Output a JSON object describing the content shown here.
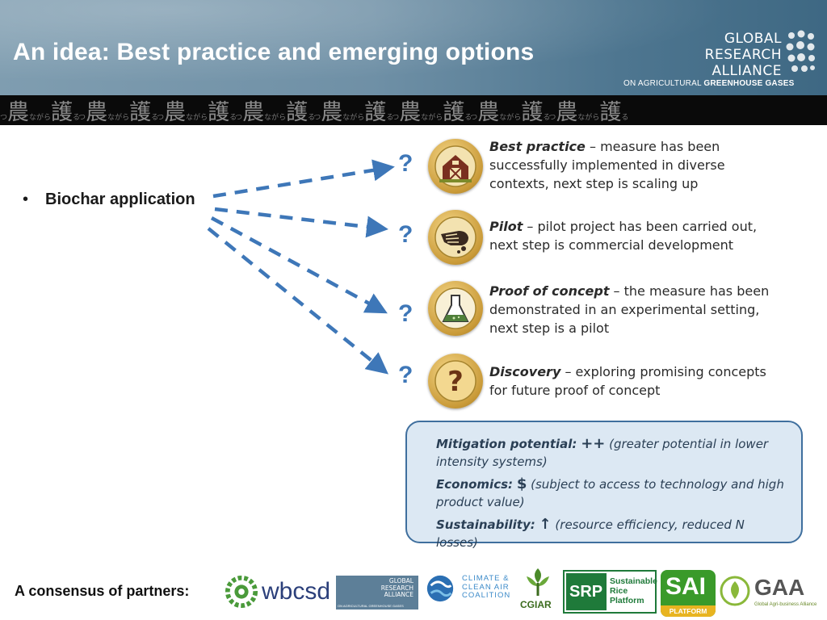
{
  "slide": {
    "title": "An idea: Best practice and emerging options",
    "bullet": "Biochar application"
  },
  "header_logo": {
    "line1": "GLOBAL",
    "line2": "RESEARCH",
    "line3": "ALLIANCE",
    "sub_prefix": "ON AGRICULTURAL",
    "sub_bold": "GREENHOUSE GASES"
  },
  "banner": {
    "glyph_a": "農",
    "glyph_b": "護",
    "small": "ながら"
  },
  "question_mark": "?",
  "stages": [
    {
      "icon": "barn-icon",
      "title": "Best practice",
      "text": " – measure has been successfully implemented in diverse contexts, next step is scaling up"
    },
    {
      "icon": "hand-seed-icon",
      "title": "Pilot",
      "text": " – pilot project has been carried out, next step is commercial development"
    },
    {
      "icon": "flask-icon",
      "title": "Proof of concept",
      "text": " – the measure has been demonstrated in an experimental setting, next step is a pilot"
    },
    {
      "icon": "question-icon",
      "title": "Discovery",
      "text": " – exploring promising concepts for future proof of concept"
    }
  ],
  "assessment": {
    "mitigation_label": "Mitigation potential:",
    "mitigation_symbol": "++",
    "mitigation_text": "(greater potential in lower intensity systems)",
    "economics_label": "Economics:",
    "economics_symbol": "$",
    "economics_text": "(subject to access to technology and high product value)",
    "sustainability_label": "Sustainability:",
    "sustainability_symbol": "↑",
    "sustainability_text": "(resource efficiency, reduced N losses)"
  },
  "footer": {
    "label": "A consensus of partners:",
    "wbcsd": "wbcsd",
    "gra_small": [
      "GLOBAL",
      "RESEARCH",
      "ALLIANCE"
    ],
    "gra_small_sub": "ON AGRICULTURAL GREENHOUSE GASES",
    "ccac": [
      "CLIMATE &",
      "CLEAN AIR",
      "COALITION"
    ],
    "cgiar": "CGIAR",
    "srp_short": "SRP",
    "srp_long": [
      "Sustainable",
      "Rice",
      "Platform"
    ],
    "sai": "SAI",
    "sai_sub": "PLATFORM",
    "gaa": "GAA",
    "gaa_sub": "Global Agri-business Alliance"
  },
  "colors": {
    "arrow": "#3e77b8",
    "box_border": "#3f6f9e",
    "box_fill": "#dce8f3",
    "badge_gold": "#c99a38"
  }
}
